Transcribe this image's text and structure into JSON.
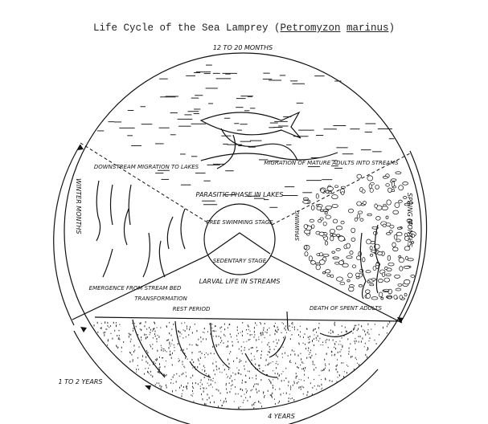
{
  "title": {
    "prefix": "Life Cycle of the Sea Lamprey (",
    "genus": "Petromyzon",
    "species": "marinus",
    "suffix": ")"
  },
  "labels": {
    "top_duration": "12 TO 20 MONTHS",
    "winter": "WINTER MONTHS",
    "spring": "SPRING MONTHS",
    "years_1_2": "1 TO 2 YEARS",
    "years_4": "4 YEARS",
    "parasitic": "PARASITIC PHASE IN LAKES",
    "free_swimming": "FREE SWIMMING STAGE",
    "sedentary": "SEDENTARY STAGE",
    "larval": "LARVAL LIFE IN STREAMS",
    "downstream": "DOWNSTREAM MIGRATION TO LAKES",
    "migration_adults": "MIGRATION OF MATURE ADULTS INTO STREAMS",
    "spawning": "SPAWNING",
    "death": "DEATH OF SPENT ADULTS",
    "emergence": "EMERGENCE FROM STREAM BED",
    "transformation": "TRANSFORMATION",
    "rest": "REST PERIOD"
  }
}
